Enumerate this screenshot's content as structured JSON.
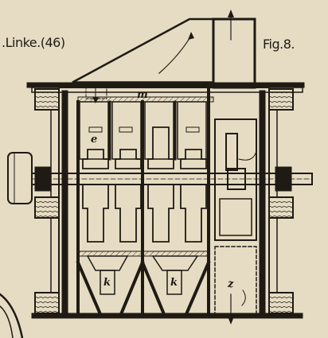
{
  "header": {
    "author_ref": ".Linke.(46)",
    "figure_label": "Fig.8."
  },
  "labels": {
    "m": "m",
    "e": "e",
    "k_left": "k",
    "k_right": "k",
    "z": "z"
  },
  "colors": {
    "paper": "#e6dcc3",
    "ink": "#1f1a14",
    "hatch_fill": "#cfc4aa"
  }
}
